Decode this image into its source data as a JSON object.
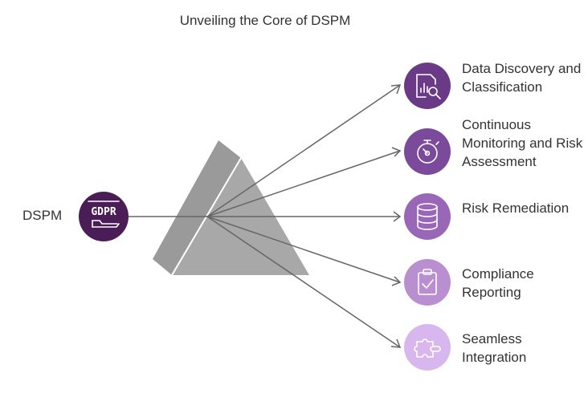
{
  "title": "Unveiling the Core of DSPM",
  "source": {
    "label": "DSPM",
    "icon": "gdpr-icon",
    "icon_text": "GDPR",
    "color": "#4b1d57"
  },
  "items": [
    {
      "label": "Data Discovery and Classification",
      "icon": "document-search-icon",
      "color": "#6a3a86"
    },
    {
      "label": "Continuous Monitoring and Risk Assessment",
      "icon": "stopwatch-icon",
      "color": "#7b4a9a"
    },
    {
      "label": "Risk Remediation",
      "icon": "database-icon",
      "color": "#9a67b8"
    },
    {
      "label": "Compliance Reporting",
      "icon": "clipboard-check-icon",
      "color": "#b98fd0"
    },
    {
      "label": "Seamless Integration",
      "icon": "puzzle-icon",
      "color": "#d8b7ee"
    }
  ],
  "colors": {
    "prism_light": "#a8a8a8",
    "prism_dark": "#9a9a9a",
    "line": "#666666",
    "text": "#333333"
  }
}
